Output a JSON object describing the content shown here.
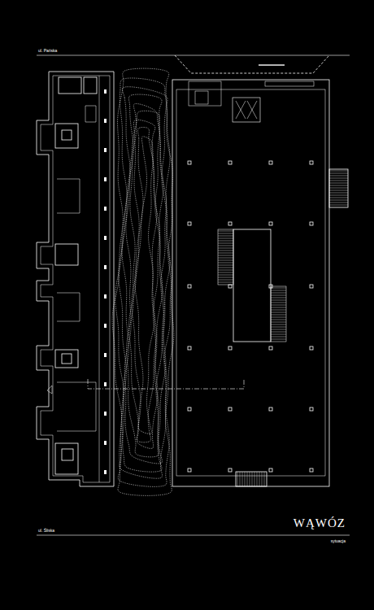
{
  "diagram": {
    "title": "WĄWÓZ",
    "labels": [
      "ul. Pańska",
      "ul. Śliska",
      "sytuacja"
    ]
  }
}
